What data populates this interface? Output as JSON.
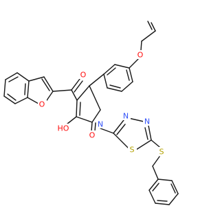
{
  "colors": {
    "background": "#ffffff",
    "bond": "#1a1a1a",
    "oxygen": "#ff0d0d",
    "nitrogen": "#3050f8",
    "sulfur": "#b2a200",
    "carbon_text": "#1a1a1a"
  },
  "atoms": {
    "o_carbonyl": "O",
    "o_furan": "O",
    "o_hydroxyl": "HO",
    "o_lactam": "O",
    "o_ether": "O",
    "n_ring": "N",
    "n_thiadiazole_1": "N",
    "n_thiadiazole_2": "N",
    "s_thiadiazole": "S",
    "s_thioether": "S"
  }
}
